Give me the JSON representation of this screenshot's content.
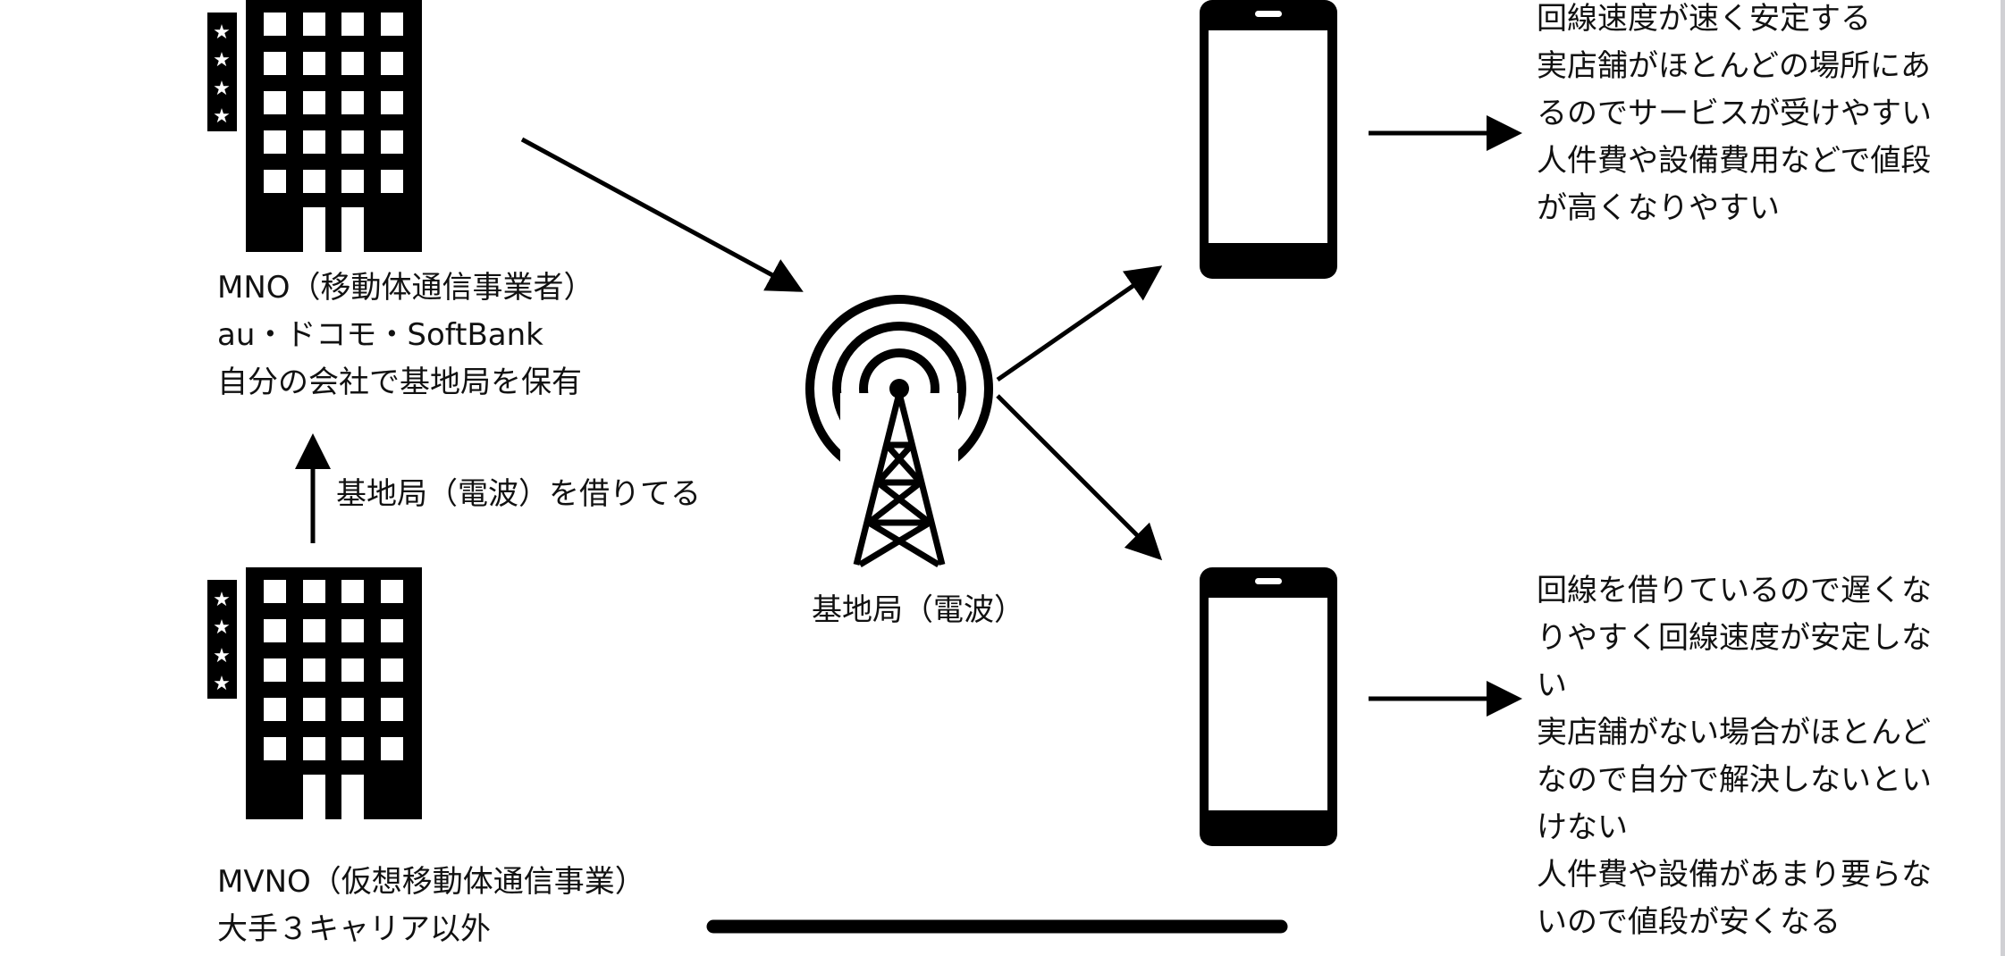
{
  "mno": {
    "lines": [
      "MNO（移動体通信事業者）",
      "au・ドコモ・SoftBank",
      "自分の会社で基地局を保有"
    ]
  },
  "borrow_label": "基地局（電波）を借りてる",
  "mvno": {
    "lines": [
      "MVNO（仮想移動体通信事業）",
      "大手３キャリア以外"
    ]
  },
  "tower_label": "基地局（電波）",
  "mno_features": [
    "回線速度が速く安定する",
    "実店舗がほとんどの場所にあ",
    "るのでサービスが受けやすい",
    "人件費や設備費用などで値段",
    "が高くなりやすい"
  ],
  "mvno_features": [
    "回線を借りているので遅くな",
    "りやすく回線速度が安定しな",
    "い",
    "実店舗がない場合がほとんど",
    "なので自分で解決しないとい",
    "けない",
    "人件費や設備があまり要らな",
    "いので値段が安くなる"
  ],
  "icons": [
    "building-icon",
    "star-icon",
    "antenna-tower-icon",
    "smartphone-icon",
    "arrow-icon"
  ],
  "colors": {
    "ink": "#000000",
    "background": "#ffffff"
  }
}
